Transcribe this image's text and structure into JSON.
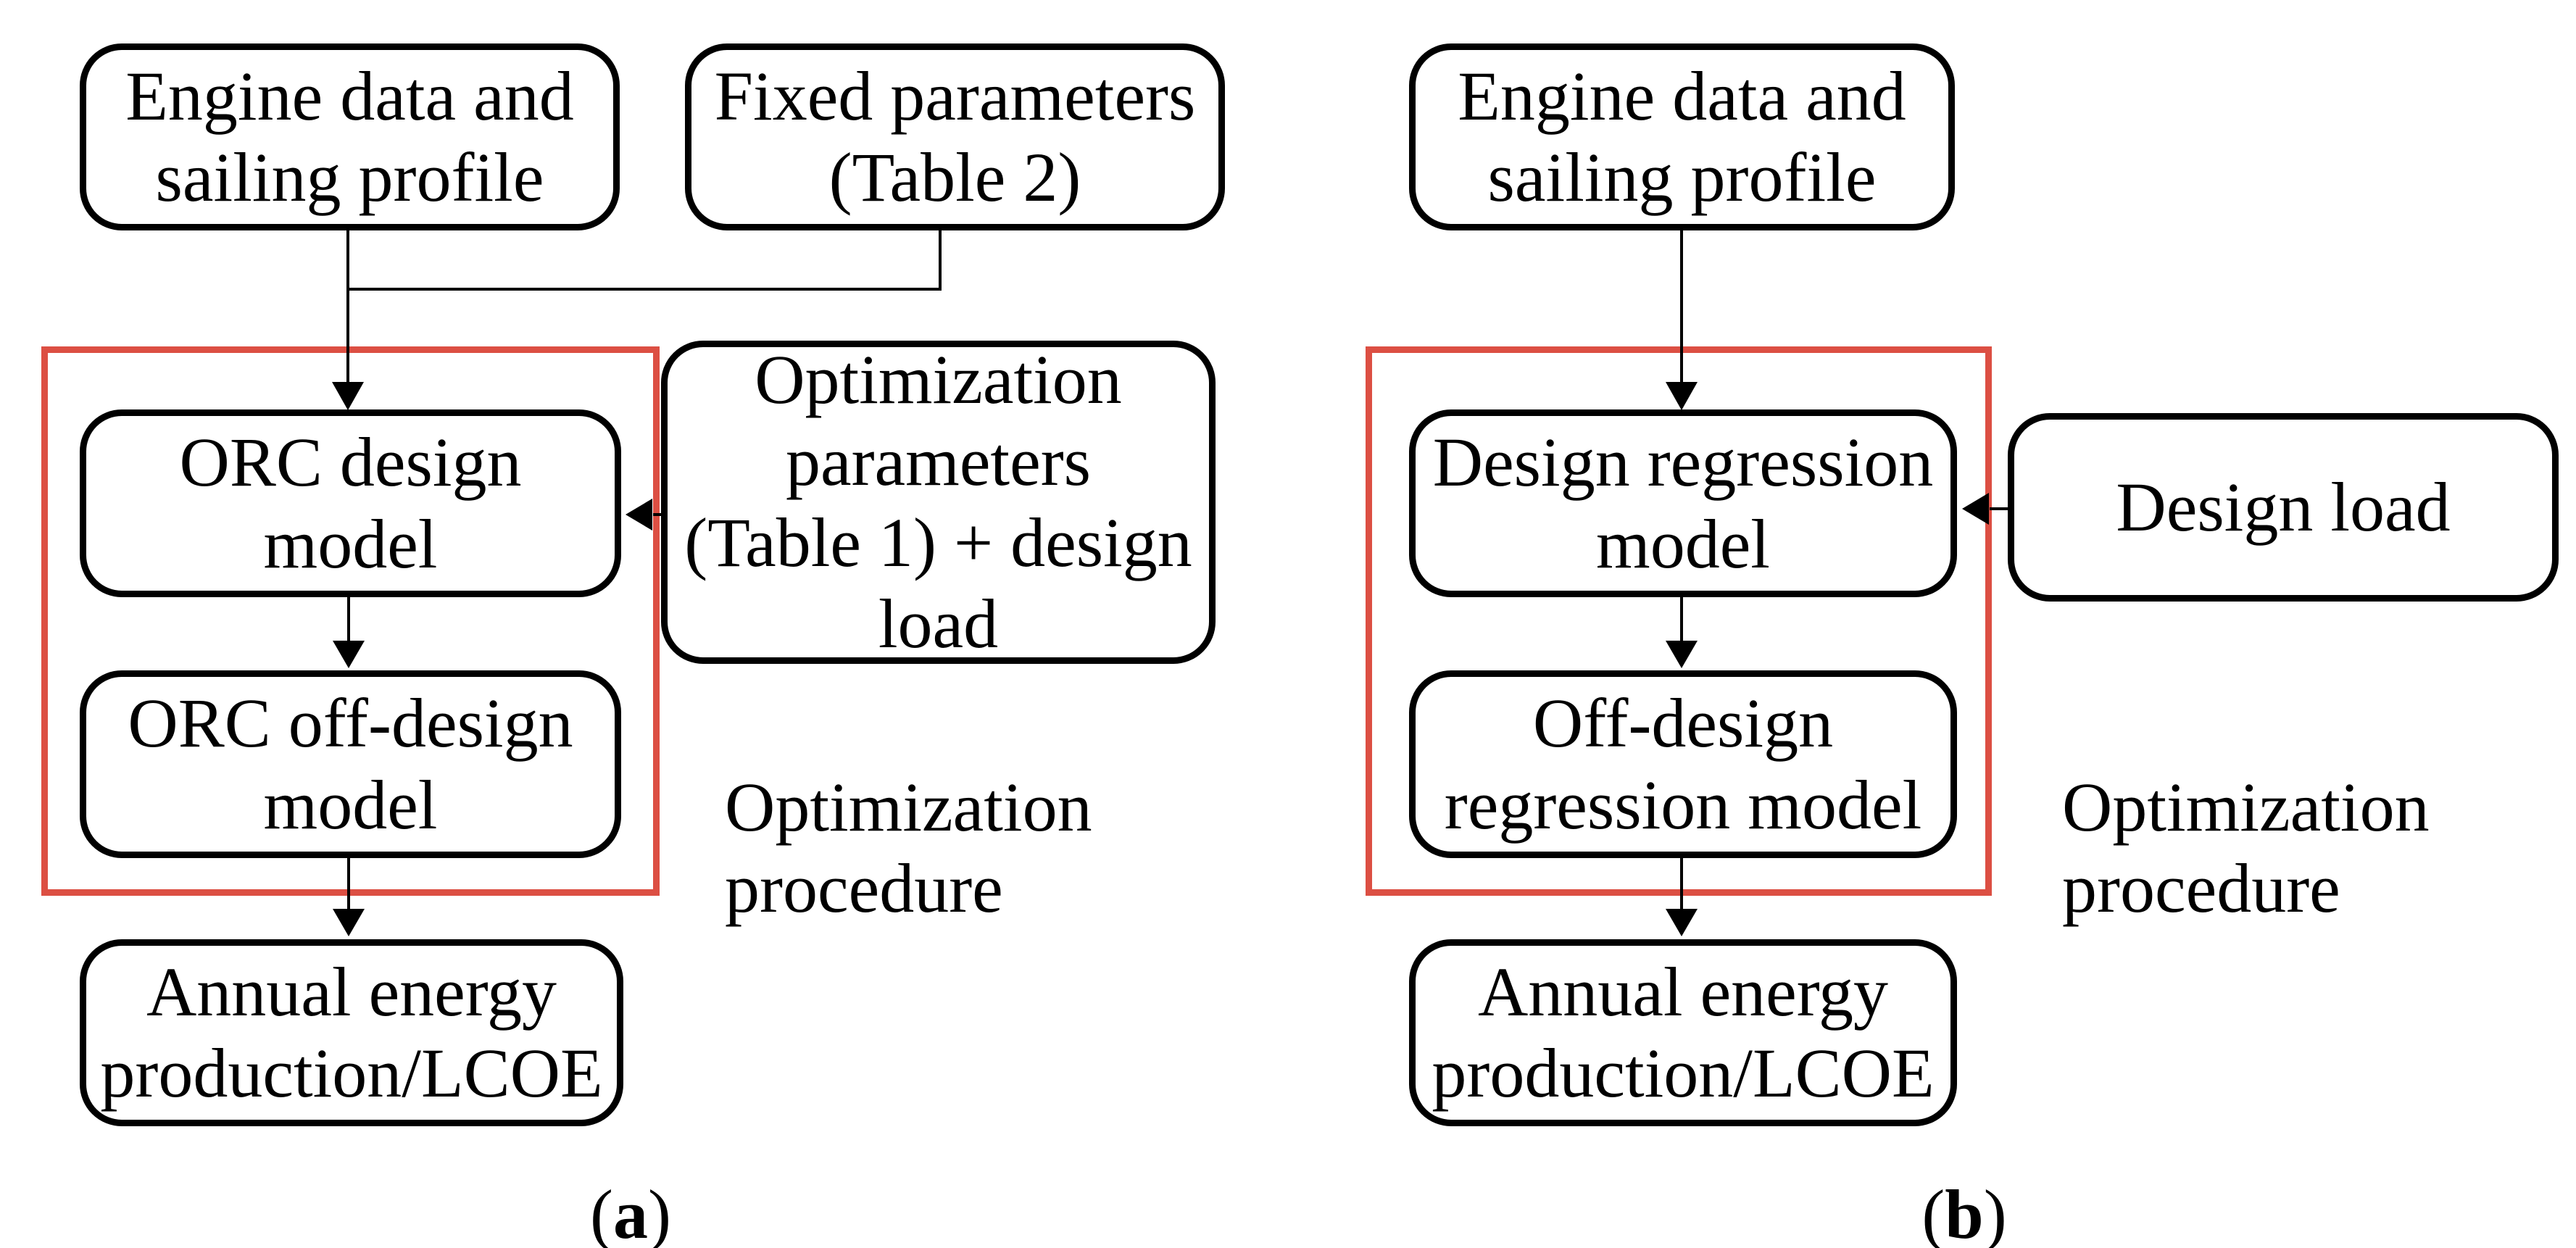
{
  "figure": {
    "background_color": "#ffffff",
    "line_color": "#000000",
    "highlight_color": "#dc4f43",
    "panels": [
      {
        "caption": {
          "open": "(",
          "letter": "a",
          "close": ")"
        },
        "boxes": {
          "engine": "Engine data and\nsailing profile",
          "fixed_params": "Fixed parameters\n(Table 2)",
          "design_model": "ORC design\nmodel",
          "offdesign_model": "ORC off-design\nmodel",
          "side_input": "Optimization\nparameters\n(Table 1) + design\nload",
          "output": "Annual energy\nproduction/LCOE"
        },
        "annotation": "Optimization\nprocedure"
      },
      {
        "caption": {
          "open": "(",
          "letter": "b",
          "close": ")"
        },
        "boxes": {
          "engine": "Engine data and\nsailing profile",
          "design_model": "Design regression\nmodel",
          "offdesign_model": "Off-design\nregression model",
          "side_input": "Design load",
          "output": "Annual energy\nproduction/LCOE"
        },
        "annotation": "Optimization\nprocedure"
      }
    ]
  }
}
